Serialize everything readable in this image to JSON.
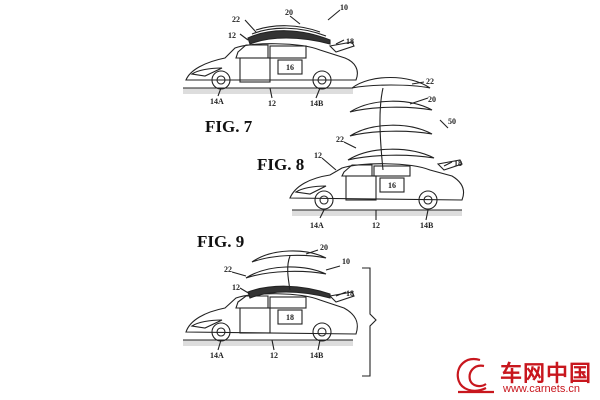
{
  "figures": [
    {
      "caption": "FIG. 7",
      "labels": {
        "ref10": "10",
        "ref20": "20",
        "ref22": "22",
        "ref12a": "12",
        "ref18": "18",
        "ref16": "16",
        "ref12b": "12",
        "ref14a": "14A",
        "ref14b": "14B"
      }
    },
    {
      "caption": "FIG. 8",
      "labels": {
        "ref22": "22",
        "ref20": "20",
        "ref50": "50",
        "ref22b": "22",
        "ref12a": "12",
        "ref18": "18",
        "ref16": "16",
        "ref14a": "14A",
        "ref12b": "12",
        "ref14b": "14B"
      }
    },
    {
      "caption": "FIG. 9",
      "labels": {
        "ref20": "20",
        "ref10": "10",
        "ref22": "22",
        "ref12a": "12",
        "ref18": "18",
        "ref16": "18",
        "ref14a": "14A",
        "ref12b": "12",
        "ref14b": "14B"
      }
    }
  ],
  "watermark": {
    "brand_cn": "车网中国",
    "url": "www.carnets.cn",
    "color": "#c8171e"
  }
}
